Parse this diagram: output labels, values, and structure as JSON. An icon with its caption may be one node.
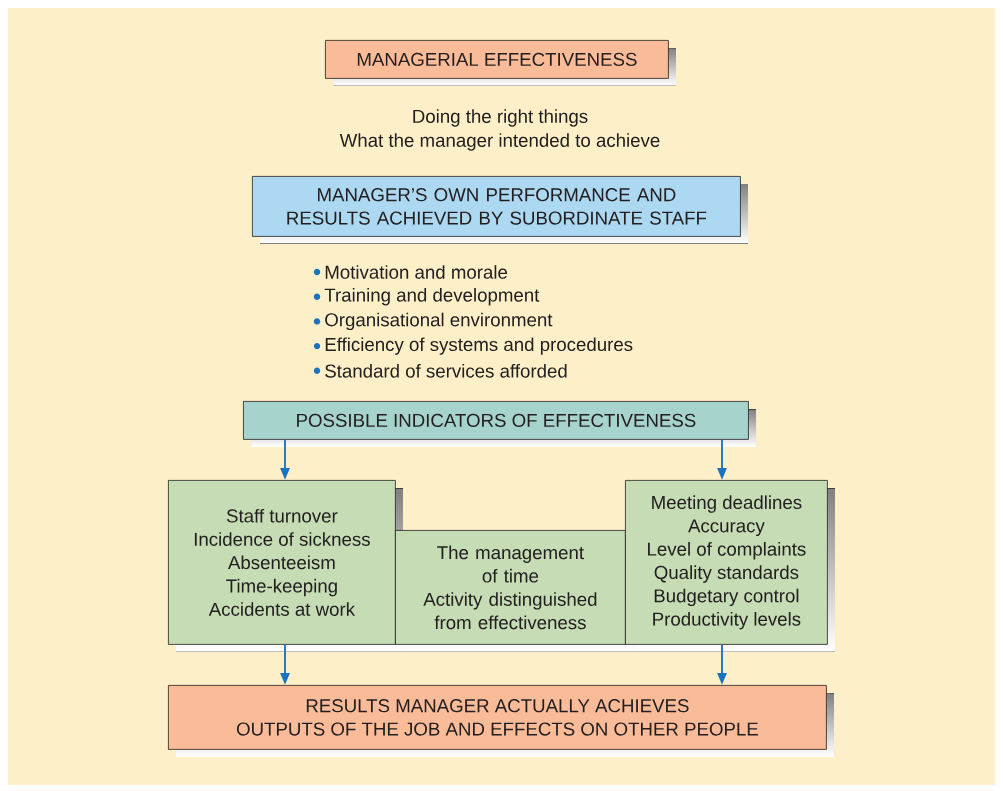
{
  "diagram": {
    "nodes": [
      {
        "text": [
          "MANAGERIAL EFFECTIVENESS"
        ]
      },
      {
        "text": [
          "MANAGER’S OWN PERFORMANCE AND RESULTS ACHIEVED BY SUBORDINATE STAFF"
        ]
      },
      {
        "text": [
          "POSSIBLE INDICATORS OF EFFECTIVENESS"
        ]
      },
      {
        "text": [
          "Staff turnover",
          "Incidence of sickness",
          "Absenteeism",
          "Time-keeping",
          "Accidents at work"
        ]
      },
      {
        "text": [
          "The management of time",
          "Activity distinguished from effectiveness"
        ]
      },
      {
        "text": [
          "Meeting deadlines",
          "Accuracy",
          "Level of complaints",
          "Quality standards",
          "Budgetary control",
          "Productivity levels"
        ]
      },
      {
        "text": [
          "RESULTS MANAGER ACTUALLY ACHIEVES",
          "OUTPUTS OF THE JOB AND EFFECTS ON OTHER PEOPLE"
        ]
      }
    ],
    "edges": [
      {
        "from": 2,
        "to": 3,
        "arrow": "to"
      },
      {
        "from": 2,
        "to": 5,
        "arrow": "to"
      },
      {
        "from": 3,
        "to": 6,
        "arrow": "to"
      },
      {
        "from": 5,
        "to": 6,
        "arrow": "to"
      }
    ],
    "labels": [
      "Doing the right things",
      "What the manager intended to achieve",
      "Motivation and morale",
      "Training and development",
      "Organisational environment",
      "Efficiency of systems and procedures",
      "Standard of services afforded"
    ]
  }
}
